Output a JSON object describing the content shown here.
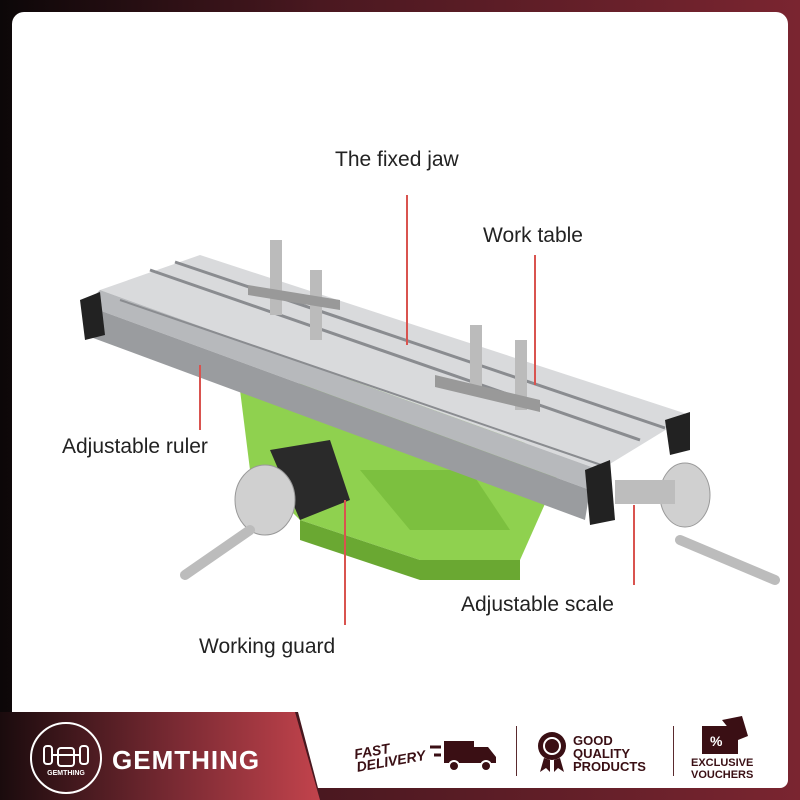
{
  "labels": {
    "fixed_jaw": "The fixed jaw",
    "work_table": "Work table",
    "adjustable_ruler": "Adjustable ruler",
    "adjustable_scale": "Adjustable scale",
    "working_guard": "Working guard"
  },
  "banner": {
    "brand_name": "GEMTHING",
    "logo_text": "GEMTHING",
    "features": [
      {
        "line1": "FAST",
        "line2": "DELIVERY",
        "icon": "delivery-truck-icon"
      },
      {
        "line1": "GOOD",
        "line2": "QUALITY",
        "line3": "PRODUCTS",
        "icon": "quality-badge-icon"
      },
      {
        "line1": "EXCLUSIVE",
        "line2": "VOUCHERS",
        "icon": "voucher-icon"
      }
    ]
  },
  "colors": {
    "accent": "#7a2530",
    "leader_line": "#d9534f",
    "base_green": "#8fd14f"
  }
}
